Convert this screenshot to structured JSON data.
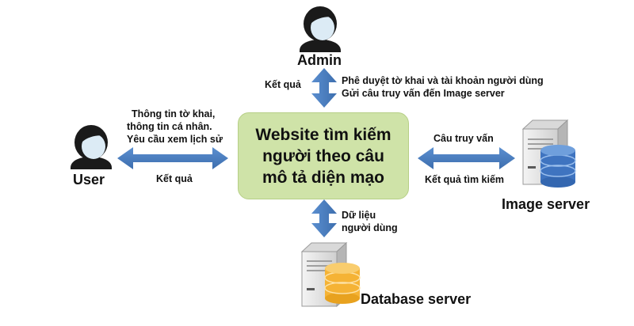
{
  "nodes": {
    "admin_label": "Admin",
    "user_label": "User",
    "image_server_label": "Image server",
    "database_server_label": "Database server"
  },
  "center": {
    "lines": [
      "Website tìm kiếm",
      "người theo câu",
      "mô tả diện mạo"
    ]
  },
  "edges": {
    "admin_left": "Kết quả",
    "admin_right": [
      "Phê duyệt tờ khai và tài khoản người dùng",
      "Gửi câu truy vấn đến Image server"
    ],
    "user_top": [
      "Thông tin tờ khai,",
      "thông tin cá nhân.",
      "Yêu cầu xem lịch sử"
    ],
    "user_bottom": "Kết quả",
    "image_top": "Câu truy vấn",
    "image_bottom": "Kết quả tìm kiếm",
    "db_right": [
      "Dữ liệu",
      "người dùng"
    ]
  },
  "colors": {
    "arrow": "#4a7ebb",
    "center_fill": "#cfe3a8",
    "db_cylinder": "#f5b335",
    "image_cylinder": "#3f74c0",
    "server_body": "#e9e9e9"
  }
}
